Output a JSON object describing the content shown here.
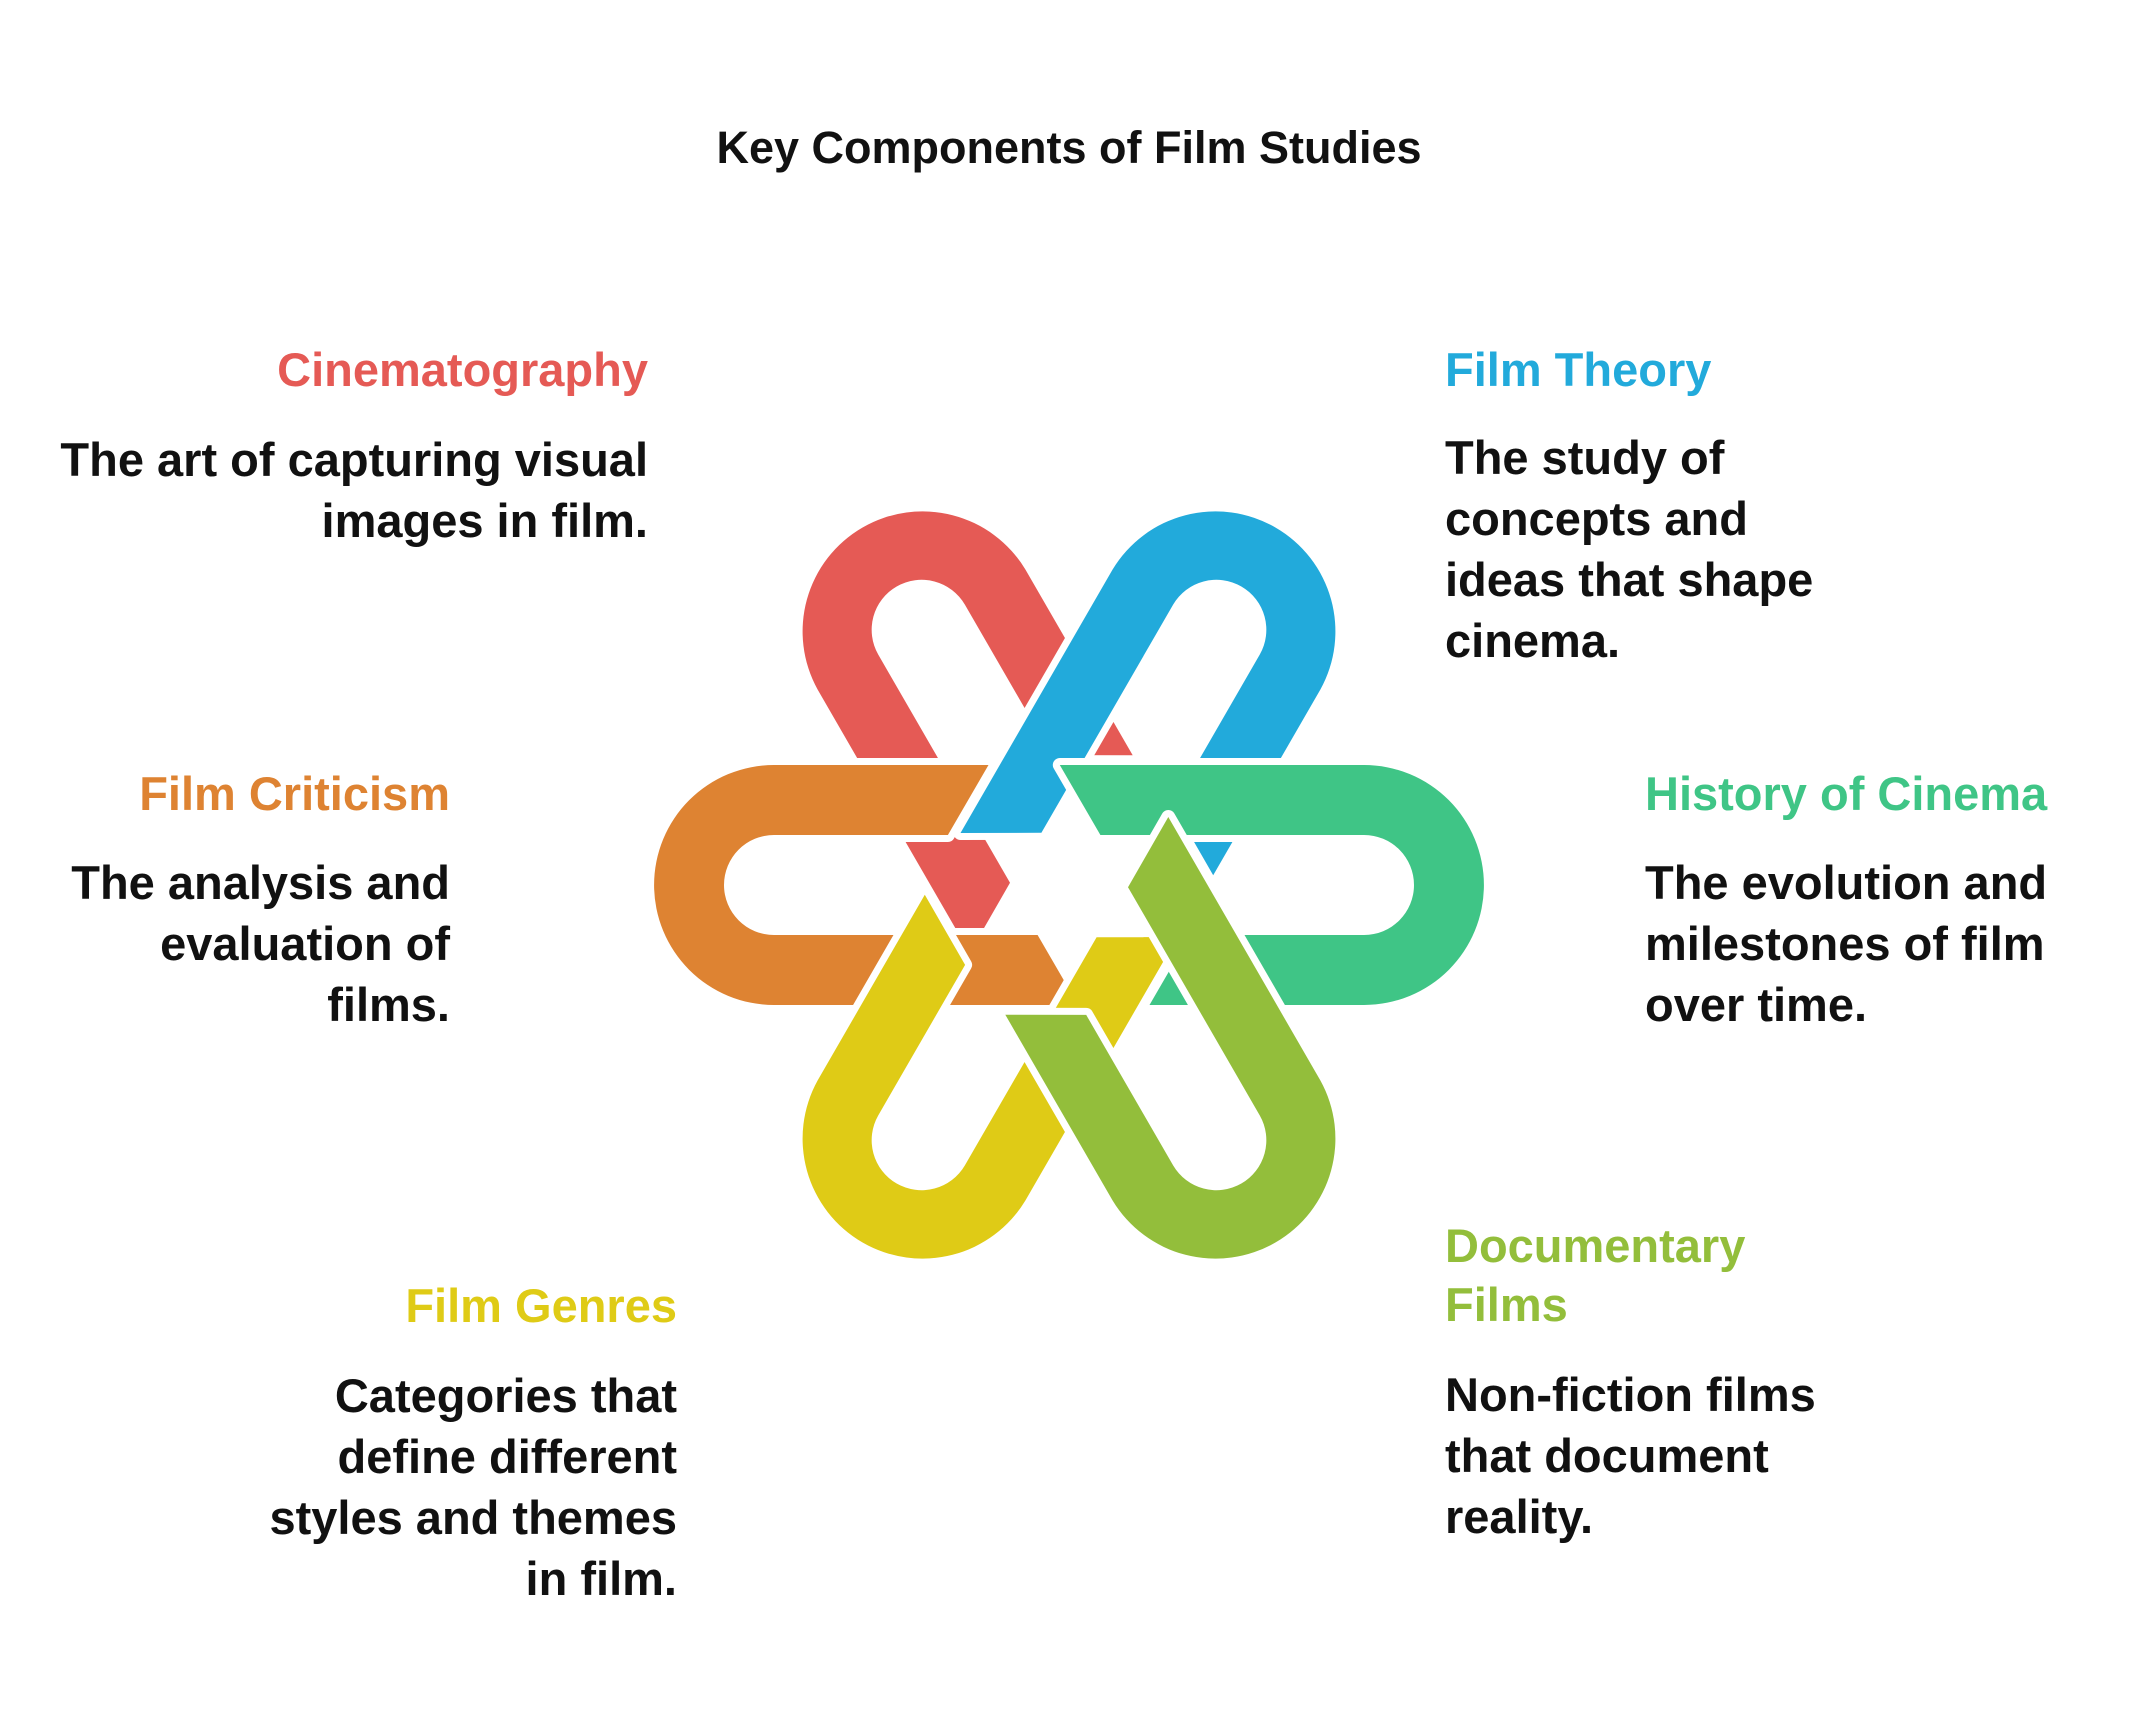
{
  "title": "Key Components of Film Studies",
  "components": [
    {
      "id": "cinematography",
      "title": "Cinematography",
      "description": "The art of capturing visual images in film.",
      "color": "#E55A55"
    },
    {
      "id": "film-theory",
      "title": "Film Theory",
      "description": "The study of concepts and ideas that shape cinema.",
      "color": "#22AADB"
    },
    {
      "id": "film-criticism",
      "title": "Film Criticism",
      "description": "The analysis and evaluation of films.",
      "color": "#DE8332"
    },
    {
      "id": "history-of-cinema",
      "title": "History of Cinema",
      "description": "The evolution and milestones of film over time.",
      "color": "#3FC586"
    },
    {
      "id": "film-genres",
      "title": "Film Genres",
      "description": "Categories that define different styles and themes in film.",
      "color": "#DFCB16"
    },
    {
      "id": "documentary-films",
      "title": "Documentary Films",
      "description": "Non-fiction films that document reality.",
      "color": "#93BE3B"
    }
  ]
}
